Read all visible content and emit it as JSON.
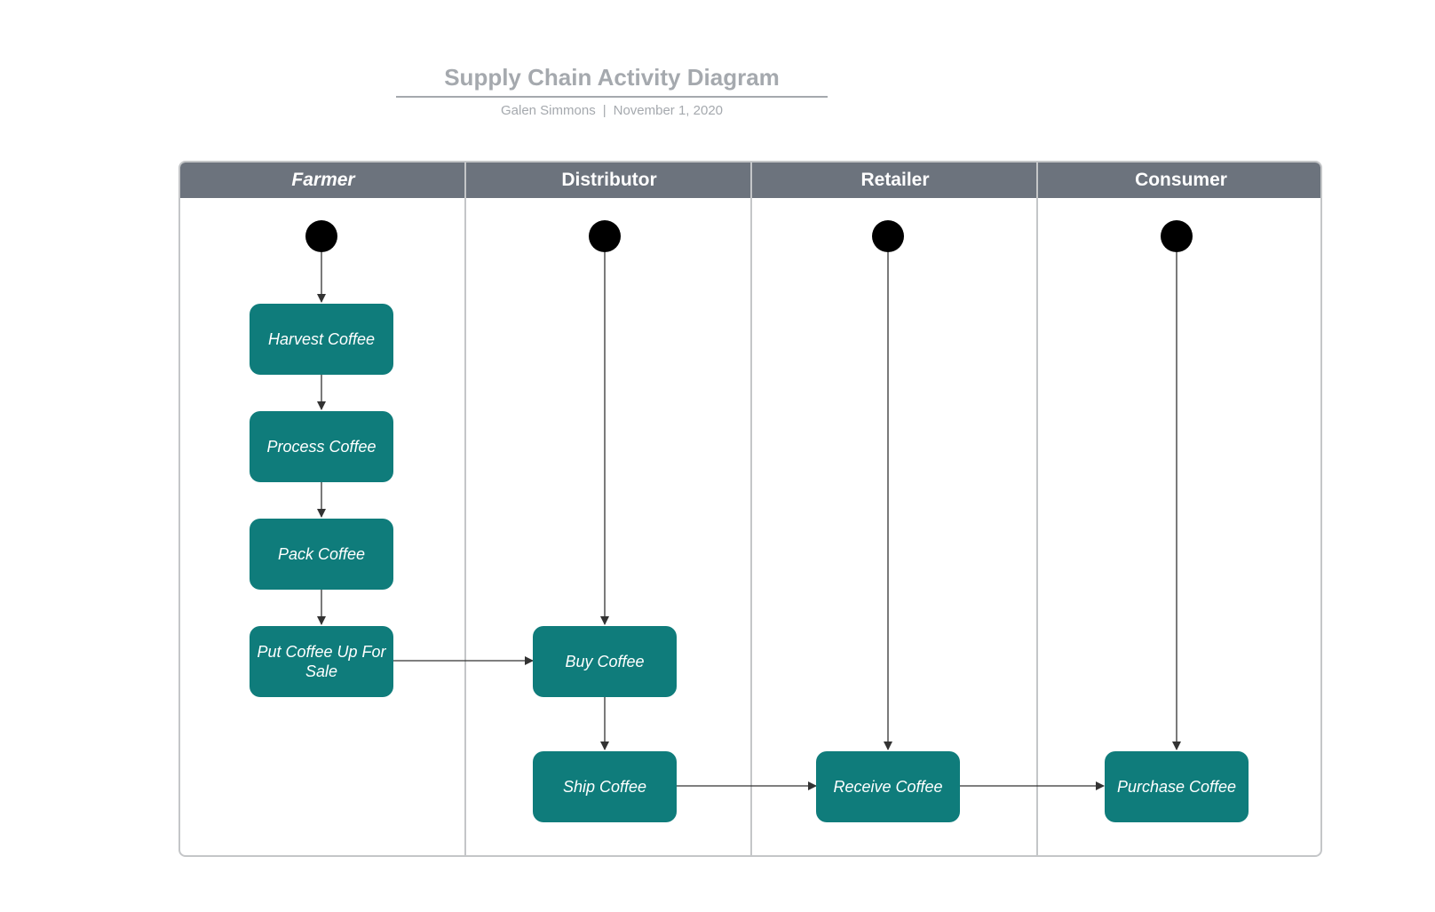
{
  "title": "Supply Chain Activity Diagram",
  "author": "Galen Simmons",
  "separator": "|",
  "date": "November 1, 2020",
  "lanes": [
    "Farmer",
    "Distributor",
    "Retailer",
    "Consumer"
  ],
  "activities": {
    "harvest": "Harvest Coffee",
    "process": "Process Coffee",
    "pack": "Pack Coffee",
    "put_up": "Put Coffee Up For Sale",
    "buy": "Buy Coffee",
    "ship": "Ship Coffee",
    "receive": "Receive Coffee",
    "purchase": "Purchase Coffee"
  },
  "colors": {
    "activity": "#0f7c7b",
    "header": "#6c737d",
    "border": "#c4c6c8",
    "title": "#a5a9ae",
    "start_node": "#000000",
    "connector": "#333333"
  }
}
